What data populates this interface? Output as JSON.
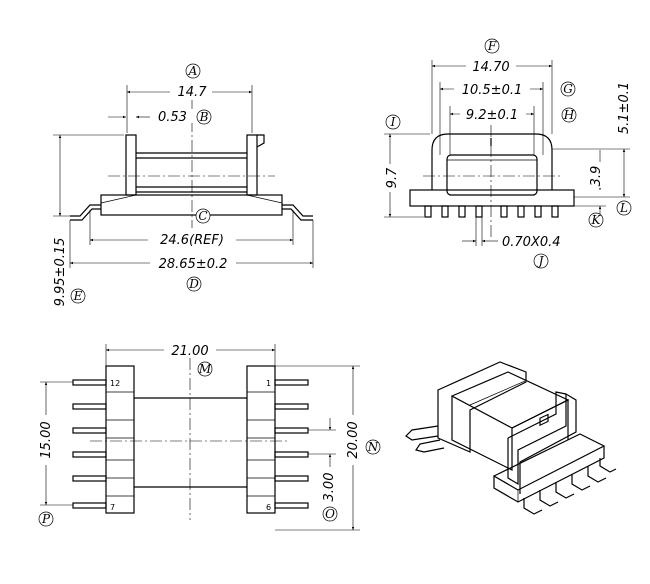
{
  "dimensions": {
    "top_left": {
      "width_a": "14.7",
      "pin_b": "0.53",
      "ref_c": "24.6(REF)",
      "overall_d": "28.65±0.2",
      "height_e": "9.95±0.15"
    },
    "top_right": {
      "width_f": "14.70",
      "width_g": "10.5±0.1",
      "width_h": "9.2±0.1",
      "height_i": "9.7",
      "height_l": "5.1±0.1",
      "height_k": "3.9",
      "pin_j": "0.70X0.4"
    },
    "bottom": {
      "width_m": "21.00",
      "height_n": "20.00",
      "pitch_o": "3.00",
      "span_p": "15.00"
    }
  },
  "labels": {
    "a": "A",
    "b": "B",
    "c": "C",
    "d": "D",
    "e": "E",
    "f": "F",
    "g": "G",
    "h": "H",
    "i": "I",
    "j": "J",
    "k": "K",
    "l": "L",
    "m": "M",
    "n": "N",
    "o": "O",
    "p": "P"
  },
  "pins": {
    "p12": "12",
    "p7": "7",
    "p1": "1",
    "p6": "6"
  }
}
